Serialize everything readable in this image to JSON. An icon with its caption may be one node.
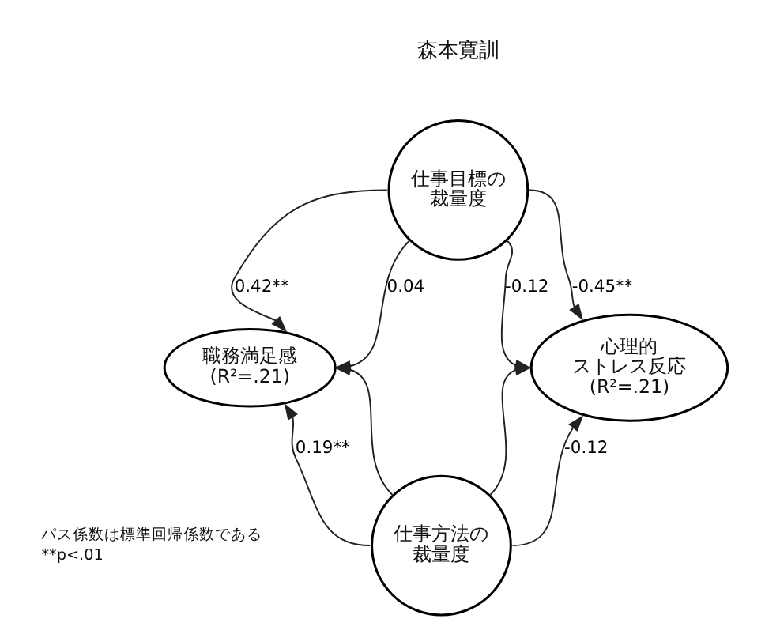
{
  "diagram": {
    "nodes": [
      {
        "text": [
          "仕事目標の裁量度"
        ]
      },
      {
        "text": [
          "職務満足感",
          "(R²=.21)"
        ]
      },
      {
        "text": [
          "心理的ストレス反応",
          "(R²=.21)"
        ]
      },
      {
        "text": [
          "仕事方法の裁量度"
        ]
      }
    ],
    "edges": [
      {
        "from": 0,
        "to": 1,
        "arrow": "to",
        "label": "0.42**"
      },
      {
        "from": 0,
        "to": 2,
        "arrow": "to",
        "label": "-0.45**"
      },
      {
        "from": 0,
        "to": 1,
        "arrow": "to",
        "label": "0.04"
      },
      {
        "from": 3,
        "to": 1,
        "arrow": "to"
      },
      {
        "from": 0,
        "to": 2,
        "arrow": "to",
        "label": "-0.12"
      },
      {
        "from": 3,
        "to": 2,
        "arrow": "to"
      },
      {
        "from": 3,
        "to": 1,
        "arrow": "to",
        "label": "0.19**"
      },
      {
        "from": 3,
        "to": 2,
        "arrow": "to",
        "label": "-0.12"
      }
    ],
    "labels": [
      "森本寛訓",
      "パス係数は標準回帰係数である",
      "**p<.01"
    ]
  }
}
